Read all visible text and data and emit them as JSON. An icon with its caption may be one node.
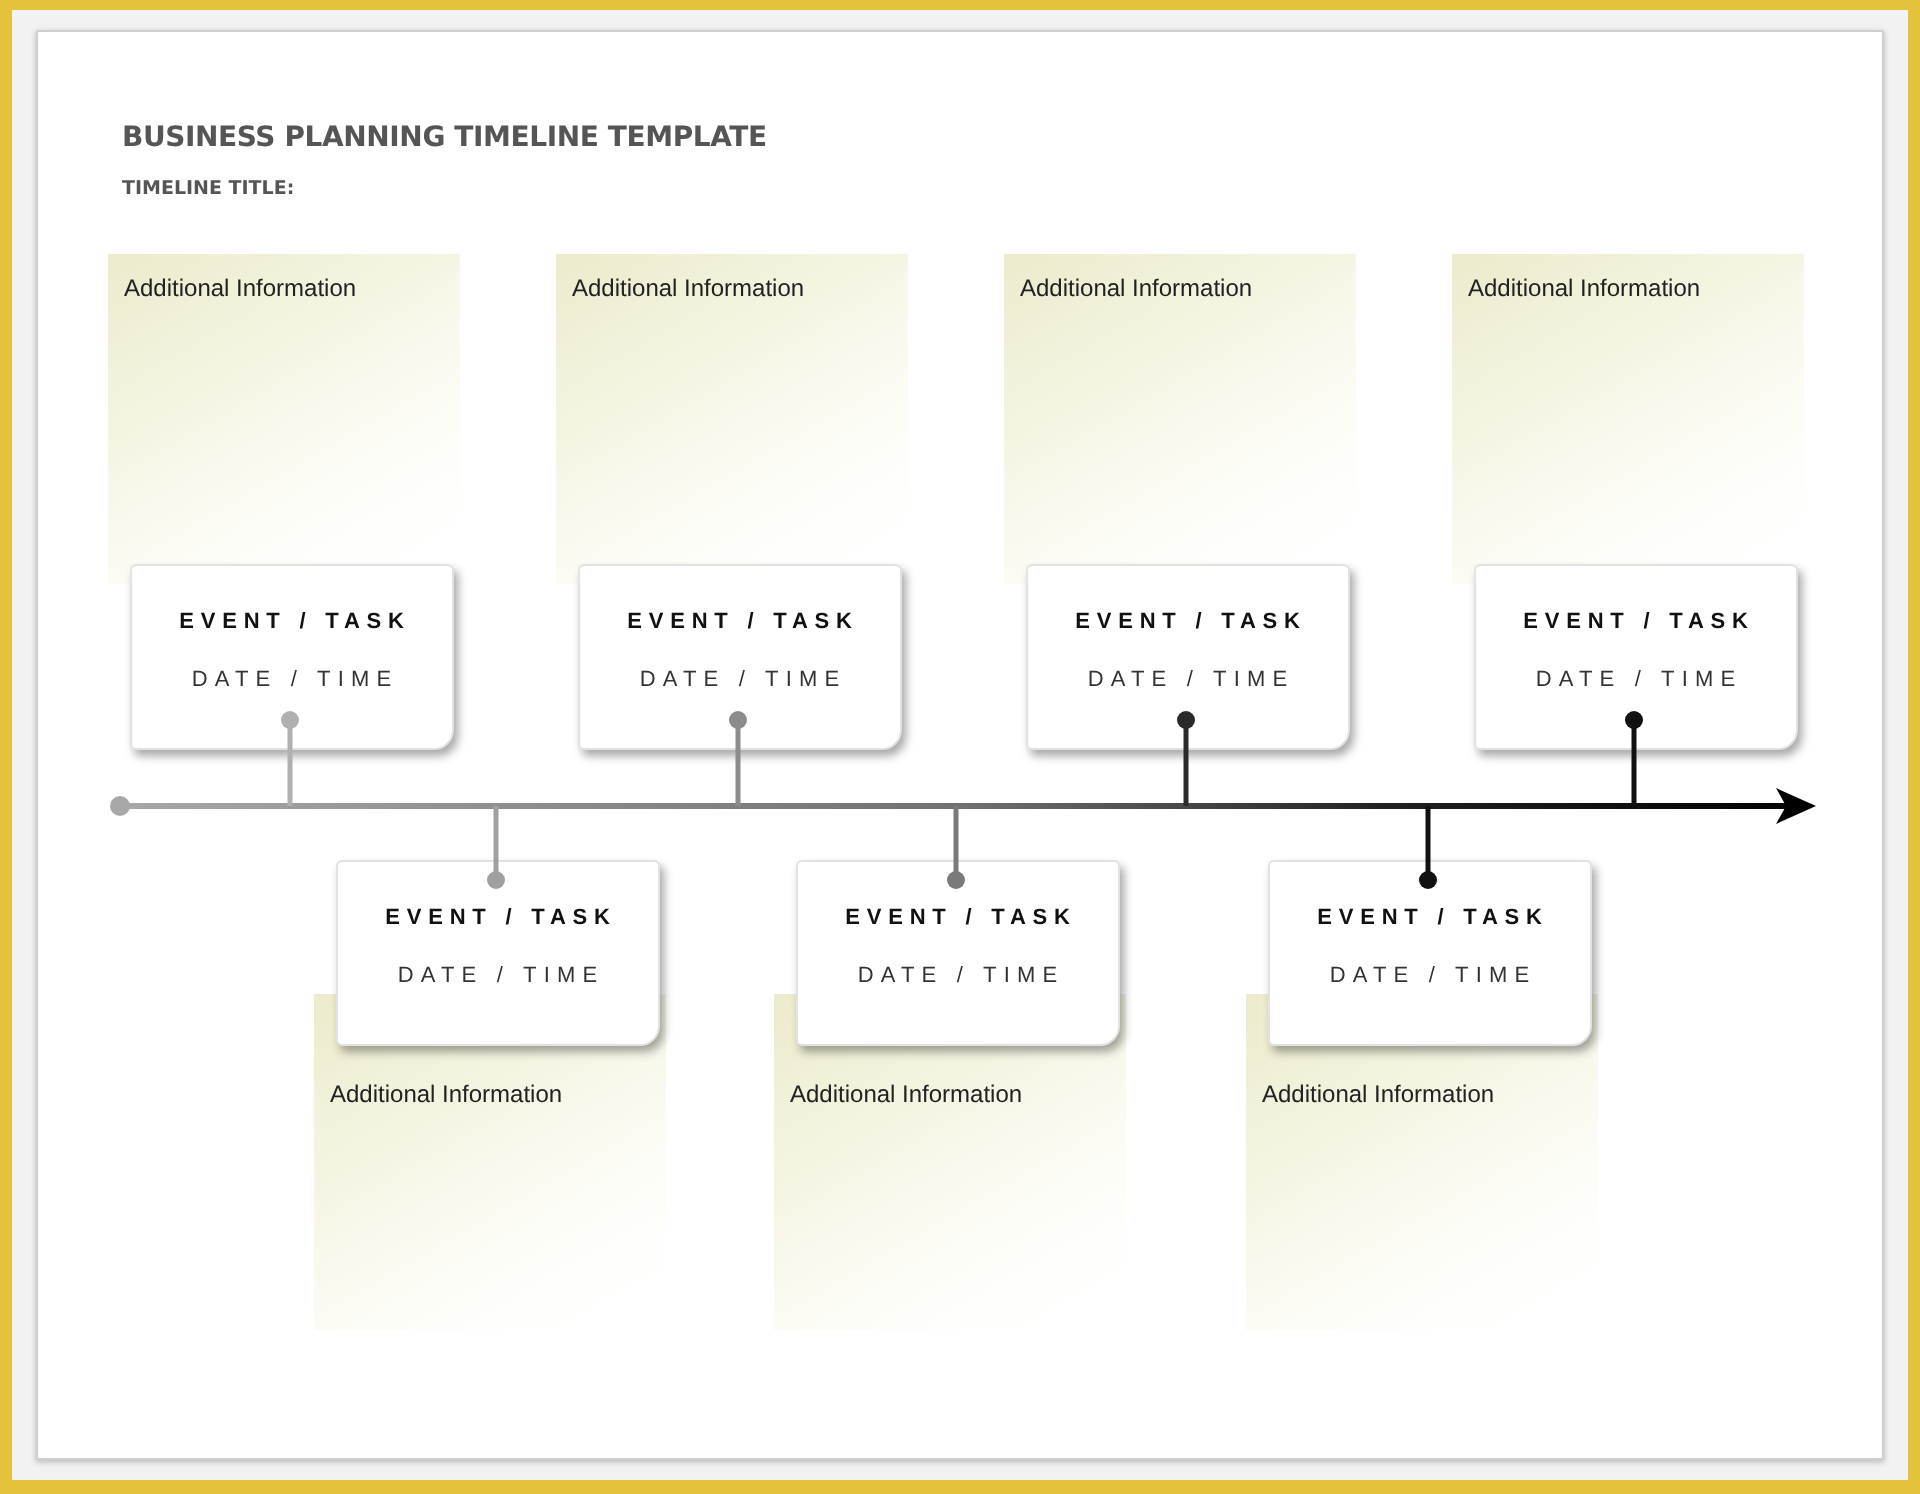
{
  "diagram": {
    "title": "BUSINESS PLANNING TIMELINE TEMPLATE",
    "nodes": [
      {
        "text": [
          "Additional Information"
        ]
      },
      {
        "text": [
          "Additional Information"
        ]
      },
      {
        "text": [
          "Additional Information"
        ]
      },
      {
        "text": [
          "Additional Information"
        ]
      },
      {
        "text": [
          "EVENT / TASK",
          "DATE / TIME"
        ]
      },
      {
        "text": [
          "EVENT / TASK",
          "DATE / TIME"
        ]
      },
      {
        "text": [
          "EVENT / TASK",
          "DATE / TIME"
        ]
      },
      {
        "text": [
          "EVENT / TASK",
          "DATE / TIME"
        ]
      },
      {
        "text": [
          "EVENT / TASK",
          "DATE / TIME"
        ]
      },
      {
        "text": [
          "EVENT / TASK",
          "DATE / TIME"
        ]
      },
      {
        "text": [
          "EVENT / TASK",
          "DATE / TIME"
        ]
      },
      {
        "text": [
          "Additional Information"
        ]
      },
      {
        "text": [
          "Additional Information"
        ]
      },
      {
        "text": [
          "Additional Information"
        ]
      }
    ],
    "edges": [
      {
        "from": 4,
        "to": null,
        "arrow": "other",
        "color": "#b0b0b0"
      },
      {
        "from": 8,
        "to": null,
        "arrow": "other",
        "color": "#a0a0a0"
      },
      {
        "from": 5,
        "to": null,
        "arrow": "other",
        "color": "#8c8c8c"
      },
      {
        "from": 9,
        "to": null,
        "arrow": "other",
        "color": "#7a7a7a"
      },
      {
        "from": 6,
        "to": null,
        "arrow": "other",
        "color": "#2a2a2a"
      },
      {
        "from": 10,
        "to": null,
        "arrow": "other",
        "color": "#111111"
      },
      {
        "from": 7,
        "to": null,
        "arrow": "other",
        "color": "#111111"
      }
    ],
    "labels": [
      "TIMELINE TITLE:"
    ]
  }
}
